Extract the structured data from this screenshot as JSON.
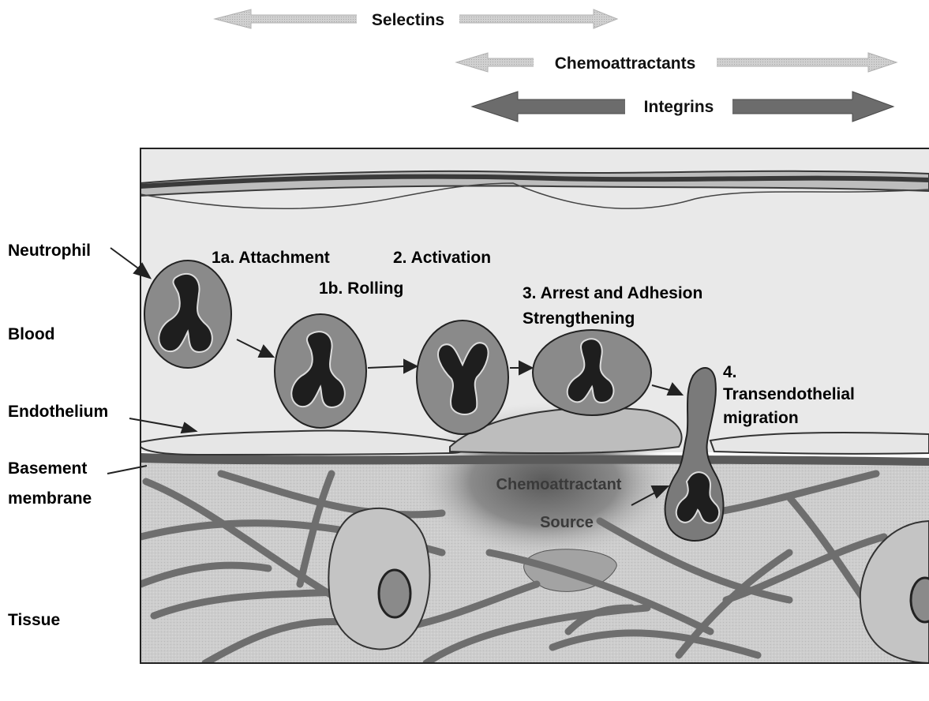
{
  "arrows": {
    "selectins": "Selectins",
    "chemoattractants": "Chemoattractants",
    "integrins": "Integrins"
  },
  "left_labels": {
    "neutrophil": "Neutrophil",
    "blood": "Blood",
    "endothelium": "Endothelium",
    "basement_line1": "Basement",
    "basement_line2": "membrane",
    "tissue": "Tissue"
  },
  "steps": {
    "attachment": "1a. Attachment",
    "rolling": "1b. Rolling",
    "activation": "2. Activation",
    "arrest_line1": "3. Arrest and Adhesion",
    "arrest_line2": "Strengthening",
    "migration_num": "4.",
    "migration_line1": "Transendothelial",
    "migration_line2": "migration"
  },
  "source": {
    "line1": "Chemoattractant",
    "line2": "Source"
  },
  "colors": {
    "tissue_bg": "#cfcfcf",
    "cell_fill": "#8a8a8a",
    "nucleus": "#2a2a2a",
    "fiber": "#6e6e6e",
    "light_arrow": "#c8c8c8",
    "dark_arrow": "#6a6a6a",
    "source_glow": "#8c8c8c"
  }
}
